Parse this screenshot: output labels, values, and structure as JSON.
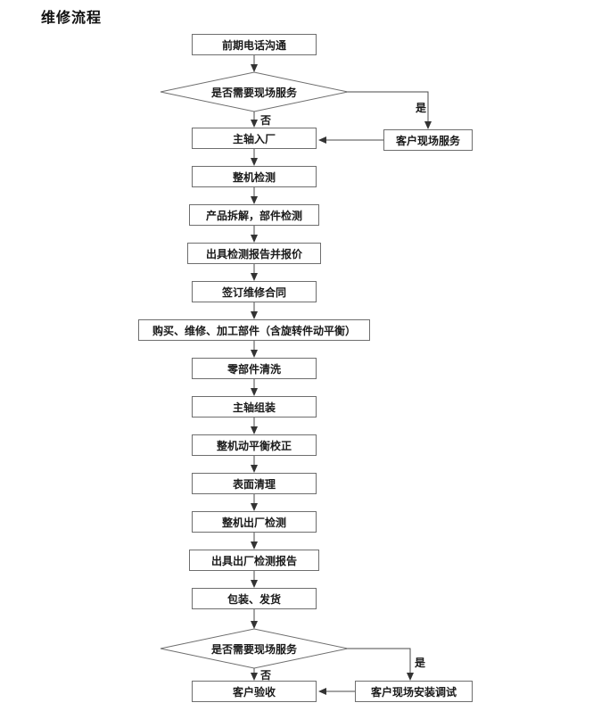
{
  "title": "维修流程",
  "flow": {
    "start": "前期电话沟通",
    "decision1": "是否需要现场服务",
    "decision1_no": "否",
    "decision1_yes": "是",
    "side1": "客户现场服务",
    "steps": [
      "主轴入厂",
      "整机检测",
      "产品拆解，部件检测",
      "出具检测报告并报价",
      "签订维修合同",
      "购买、维修、加工部件（含旋转件动平衡）",
      "零部件清洗",
      "主轴组装",
      "整机动平衡校正",
      "表面清理",
      "整机出厂检测",
      "出具出厂检测报告",
      "包装、发货"
    ],
    "decision2": "是否需要现场服务",
    "decision2_no": "否",
    "decision2_yes": "是",
    "side2": "客户现场安装调试",
    "end": "客户验收"
  }
}
